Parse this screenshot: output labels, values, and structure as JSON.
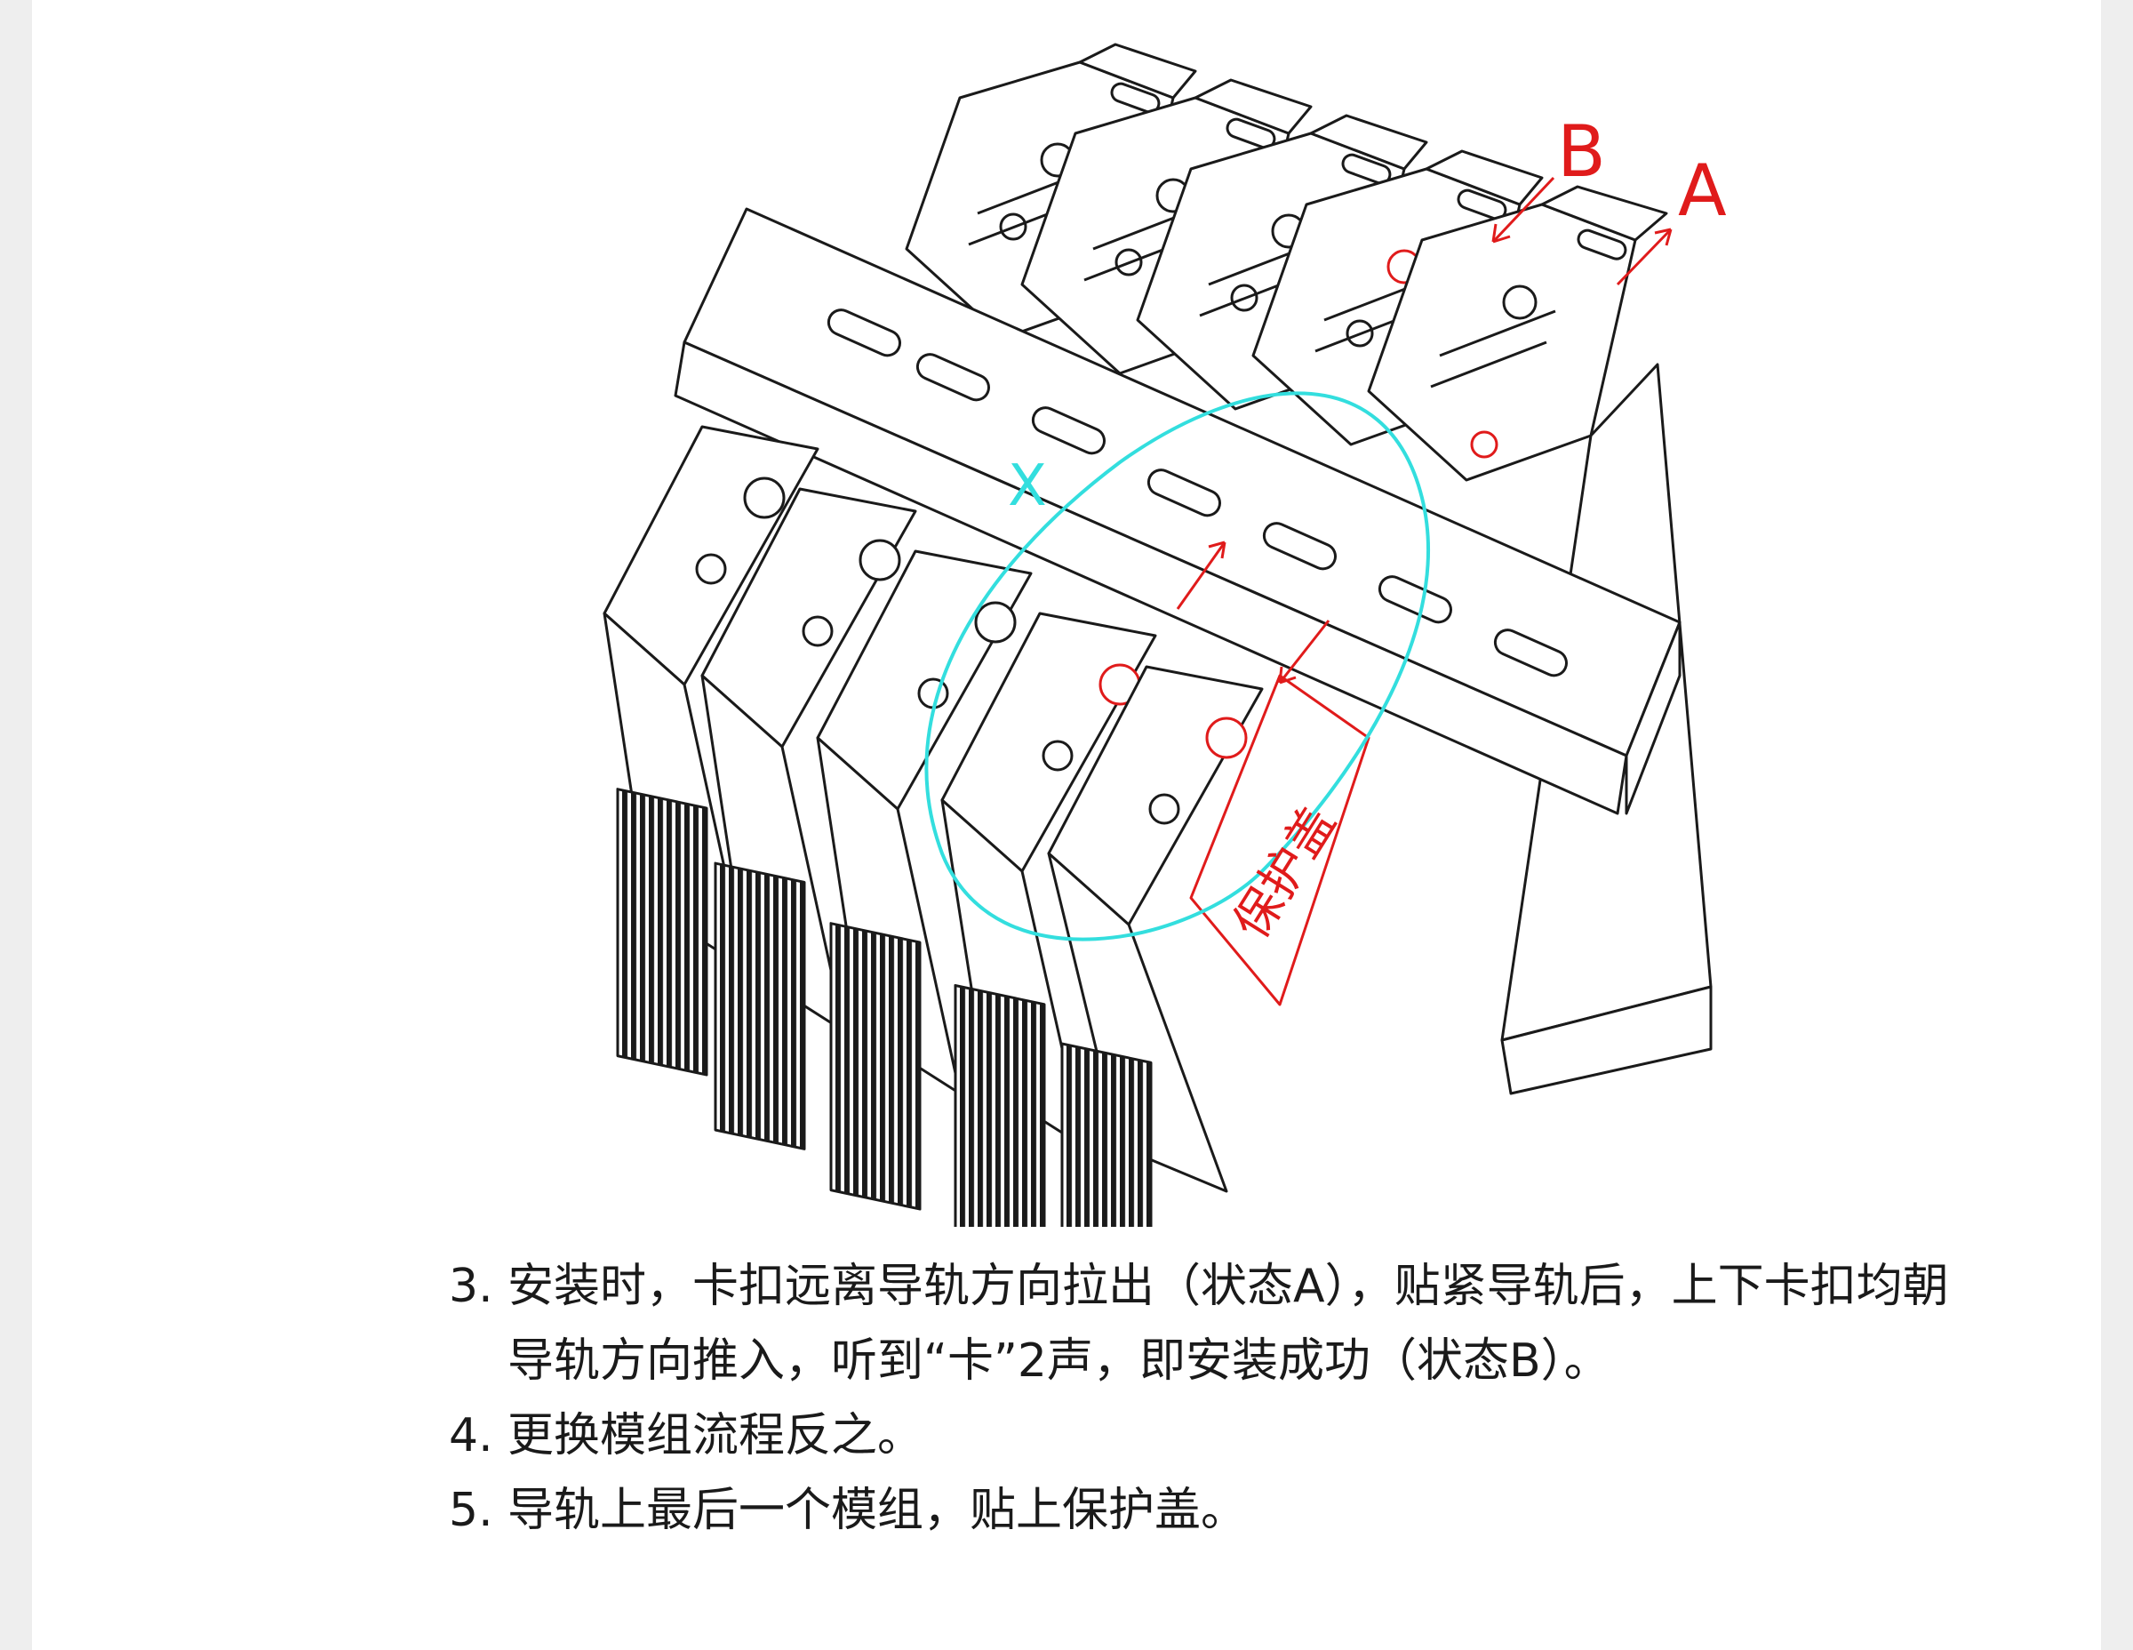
{
  "figure": {
    "label_a": "A",
    "label_b": "B",
    "label_x": "X",
    "protective_cover_label": "保护盖",
    "colors": {
      "line": "#1a1a1a",
      "annotation_red": "#e01b1b",
      "highlight_cyan": "#33dede"
    }
  },
  "instructions": {
    "steps": [
      {
        "number": "3.",
        "text": "安装时，卡扣远离导轨方向拉出（状态A），贴紧导轨后，上下卡扣均朝导轨方向推入，听到“卡”2声，即安装成功（状态B）。"
      },
      {
        "number": "4.",
        "text": "更换模组流程反之。"
      },
      {
        "number": "5.",
        "text": "导轨上最后一个模组，贴上保护盖。"
      }
    ]
  }
}
